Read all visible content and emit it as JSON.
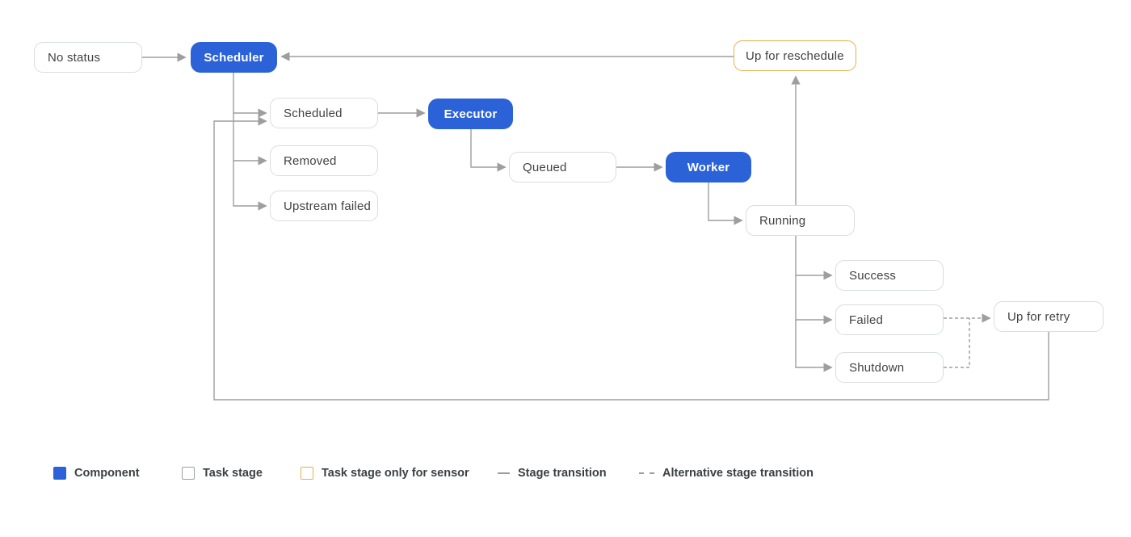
{
  "diagram": {
    "nodes": {
      "no_status": {
        "label": "No status",
        "type": "task_stage"
      },
      "scheduler": {
        "label": "Scheduler",
        "type": "component"
      },
      "scheduled": {
        "label": "Scheduled",
        "type": "task_stage"
      },
      "removed": {
        "label": "Removed",
        "type": "task_stage"
      },
      "upstream_failed": {
        "label": "Upstream failed",
        "type": "task_stage"
      },
      "executor": {
        "label": "Executor",
        "type": "component"
      },
      "queued": {
        "label": "Queued",
        "type": "task_stage"
      },
      "worker": {
        "label": "Worker",
        "type": "component"
      },
      "running": {
        "label": "Running",
        "type": "task_stage"
      },
      "success": {
        "label": "Success",
        "type": "task_stage"
      },
      "failed": {
        "label": "Failed",
        "type": "task_stage"
      },
      "shutdown": {
        "label": "Shutdown",
        "type": "task_stage"
      },
      "up_for_retry": {
        "label": "Up for retry",
        "type": "task_stage"
      },
      "up_for_reschedule": {
        "label": "Up for reschedule",
        "type": "sensor_stage"
      }
    },
    "edges": [
      {
        "from": "no_status",
        "to": "scheduler",
        "style": "solid"
      },
      {
        "from": "up_for_reschedule",
        "to": "scheduler",
        "style": "solid"
      },
      {
        "from": "scheduler",
        "to": "scheduled",
        "style": "solid"
      },
      {
        "from": "scheduler",
        "to": "removed",
        "style": "solid"
      },
      {
        "from": "scheduler",
        "to": "upstream_failed",
        "style": "solid"
      },
      {
        "from": "scheduled",
        "to": "executor",
        "style": "solid"
      },
      {
        "from": "executor",
        "to": "queued",
        "style": "solid"
      },
      {
        "from": "queued",
        "to": "worker",
        "style": "solid"
      },
      {
        "from": "worker",
        "to": "running",
        "style": "solid"
      },
      {
        "from": "running",
        "to": "up_for_reschedule",
        "style": "solid"
      },
      {
        "from": "running",
        "to": "success",
        "style": "solid"
      },
      {
        "from": "running",
        "to": "failed",
        "style": "solid"
      },
      {
        "from": "running",
        "to": "shutdown",
        "style": "solid"
      },
      {
        "from": "failed",
        "to": "up_for_retry",
        "style": "dashed"
      },
      {
        "from": "shutdown",
        "to": "up_for_retry",
        "style": "dashed"
      },
      {
        "from": "up_for_retry",
        "to": "scheduled",
        "style": "solid"
      }
    ]
  },
  "legend": {
    "items": [
      {
        "label": "Component",
        "swatch": "component-swatch"
      },
      {
        "label": "Task stage",
        "swatch": "task-stage-swatch"
      },
      {
        "label": "Task stage only for sensor",
        "swatch": "sensor-stage-swatch"
      },
      {
        "label": "Stage transition",
        "swatch": "solid-line-swatch"
      },
      {
        "label": "Alternative stage transition",
        "swatch": "dashed-line-swatch"
      }
    ]
  },
  "colors": {
    "component_blue": "#2b62d8",
    "sensor_orange": "#e9af4b",
    "line_gray": "#9e9e9e",
    "node_border": "#d9dce1",
    "node_text": "#424242",
    "legend_text": "#3c4043"
  }
}
